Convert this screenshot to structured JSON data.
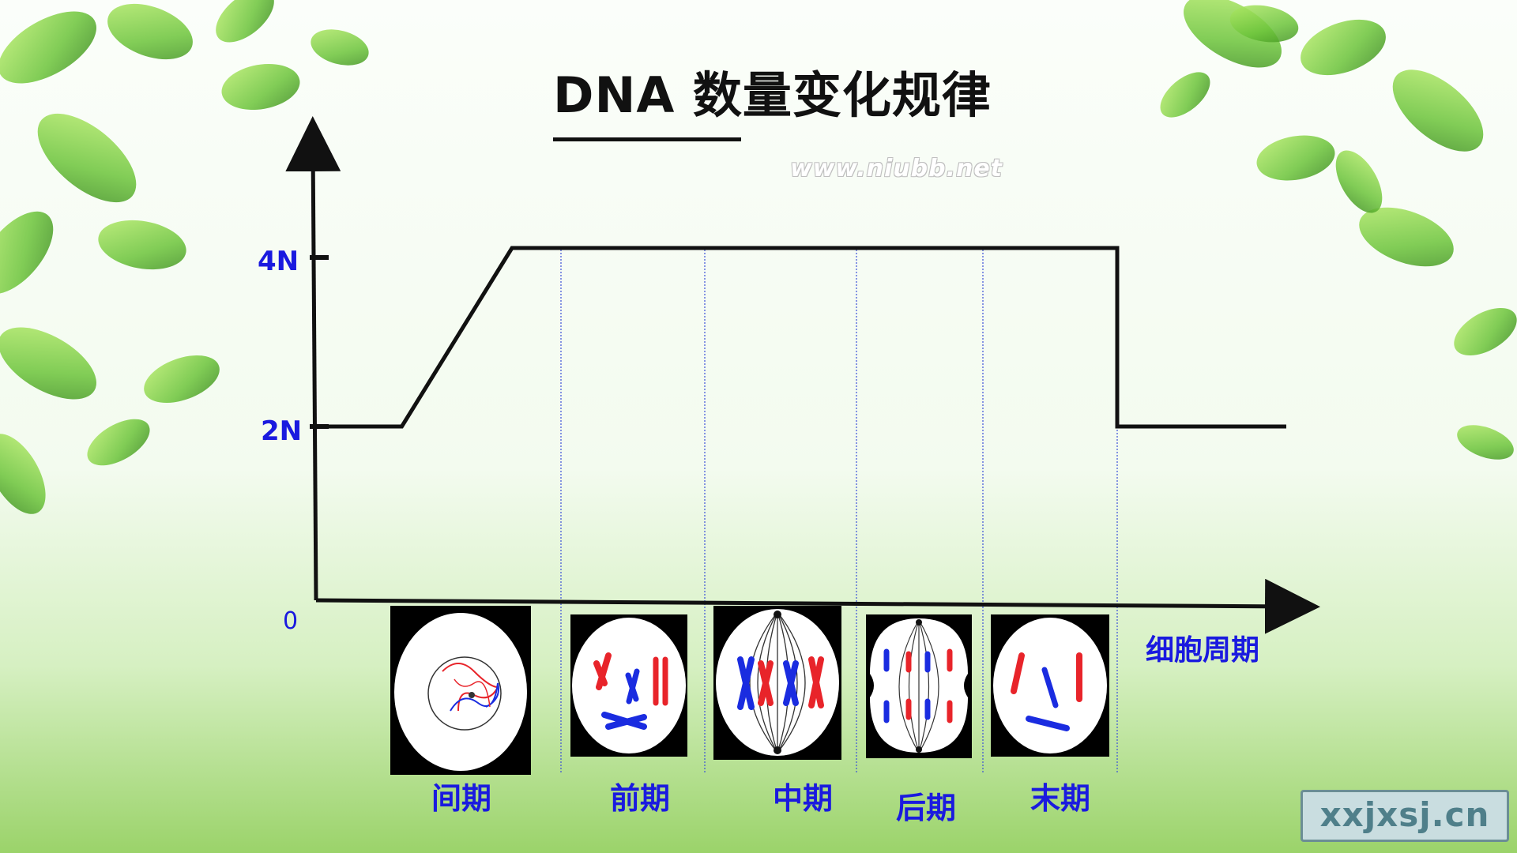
{
  "title": "DNA 数量变化规律",
  "watermark": "www.niubb.net",
  "corner_watermark": "xxjxsj.cn",
  "chart_data": {
    "type": "line",
    "title": "DNA 数量变化规律",
    "xlabel": "细胞周期",
    "ylabel": "",
    "y_ticks": [
      "0",
      "2N",
      "4N"
    ],
    "phases": [
      "间期",
      "前期",
      "中期",
      "后期",
      "末期"
    ],
    "series": [
      {
        "points": [
          {
            "phase_pos": 0.0,
            "value": "2N"
          },
          {
            "phase_pos": 0.35,
            "value": "2N"
          },
          {
            "phase_pos": 0.8,
            "value": "4N"
          },
          {
            "phase_pos": 5.0,
            "value": "4N"
          },
          {
            "phase_pos": 5.0,
            "value": "2N"
          },
          {
            "phase_pos": 6.0,
            "value": "2N"
          }
        ]
      }
    ],
    "colors": {
      "line": "#111111",
      "labels": "#1a1adf",
      "chromosome_red": "#e8242a",
      "chromosome_blue": "#1a2ce0"
    }
  }
}
